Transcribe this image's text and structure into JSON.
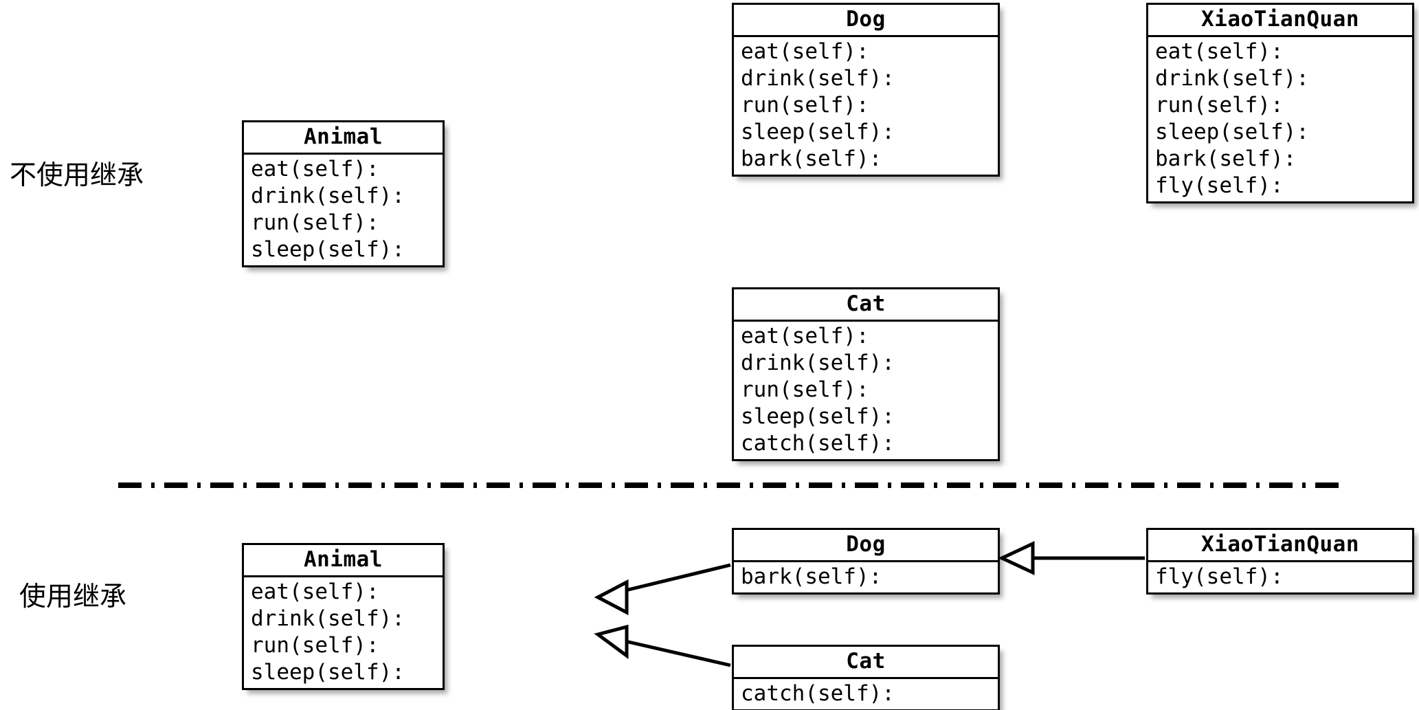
{
  "diagram": {
    "title_top_caption": "不使用继承",
    "title_bottom_caption": "使用继承",
    "background_color": "#ffffff",
    "line_color": "#000000"
  },
  "sections": {
    "without_inheritance": {
      "caption": "不使用继承",
      "classes": [
        {
          "name": "Animal",
          "members": [
            "eat(self):",
            "drink(self):",
            "run(self):",
            "sleep(self):"
          ]
        },
        {
          "name": "Dog",
          "members": [
            "eat(self):",
            "drink(self):",
            "run(self):",
            "sleep(self):",
            "bark(self):"
          ]
        },
        {
          "name": "Cat",
          "members": [
            "eat(self):",
            "drink(self):",
            "run(self):",
            "sleep(self):",
            "catch(self):"
          ]
        },
        {
          "name": "XiaoTianQuan",
          "members": [
            "eat(self):",
            "drink(self):",
            "run(self):",
            "sleep(self):",
            "bark(self):",
            "fly(self):"
          ]
        }
      ]
    },
    "with_inheritance": {
      "caption": "使用继承",
      "classes": [
        {
          "name": "Animal",
          "members": [
            "eat(self):",
            "drink(self):",
            "run(self):",
            "sleep(self):"
          ]
        },
        {
          "name": "Dog",
          "members": [
            "bark(self):"
          ]
        },
        {
          "name": "Cat",
          "members": [
            "catch(self):"
          ]
        },
        {
          "name": "XiaoTianQuan",
          "members": [
            "fly(self):"
          ]
        }
      ],
      "relations": [
        {
          "from": "Dog",
          "to": "Animal",
          "kind": "generalization"
        },
        {
          "from": "Cat",
          "to": "Animal",
          "kind": "generalization"
        },
        {
          "from": "XiaoTianQuan",
          "to": "Dog",
          "kind": "generalization"
        }
      ]
    }
  },
  "top": {
    "animal": {
      "name": "Animal",
      "m0": "eat(self):",
      "m1": "drink(self):",
      "m2": "run(self):",
      "m3": "sleep(self):"
    },
    "dog": {
      "name": "Dog",
      "m0": "eat(self):",
      "m1": "drink(self):",
      "m2": "run(self):",
      "m3": "sleep(self):",
      "m4": "bark(self):"
    },
    "cat": {
      "name": "Cat",
      "m0": "eat(self):",
      "m1": "drink(self):",
      "m2": "run(self):",
      "m3": "sleep(self):",
      "m4": "catch(self):"
    },
    "xtq": {
      "name": "XiaoTianQuan",
      "m0": "eat(self):",
      "m1": "drink(self):",
      "m2": "run(self):",
      "m3": "sleep(self):",
      "m4": "bark(self):",
      "m5": "fly(self):"
    }
  },
  "bottom": {
    "animal": {
      "name": "Animal",
      "m0": "eat(self):",
      "m1": "drink(self):",
      "m2": "run(self):",
      "m3": "sleep(self):"
    },
    "dog": {
      "name": "Dog",
      "m0": "bark(self):"
    },
    "cat": {
      "name": "Cat",
      "m0": "catch(self):"
    },
    "xtq": {
      "name": "XiaoTianQuan",
      "m0": "fly(self):"
    }
  }
}
